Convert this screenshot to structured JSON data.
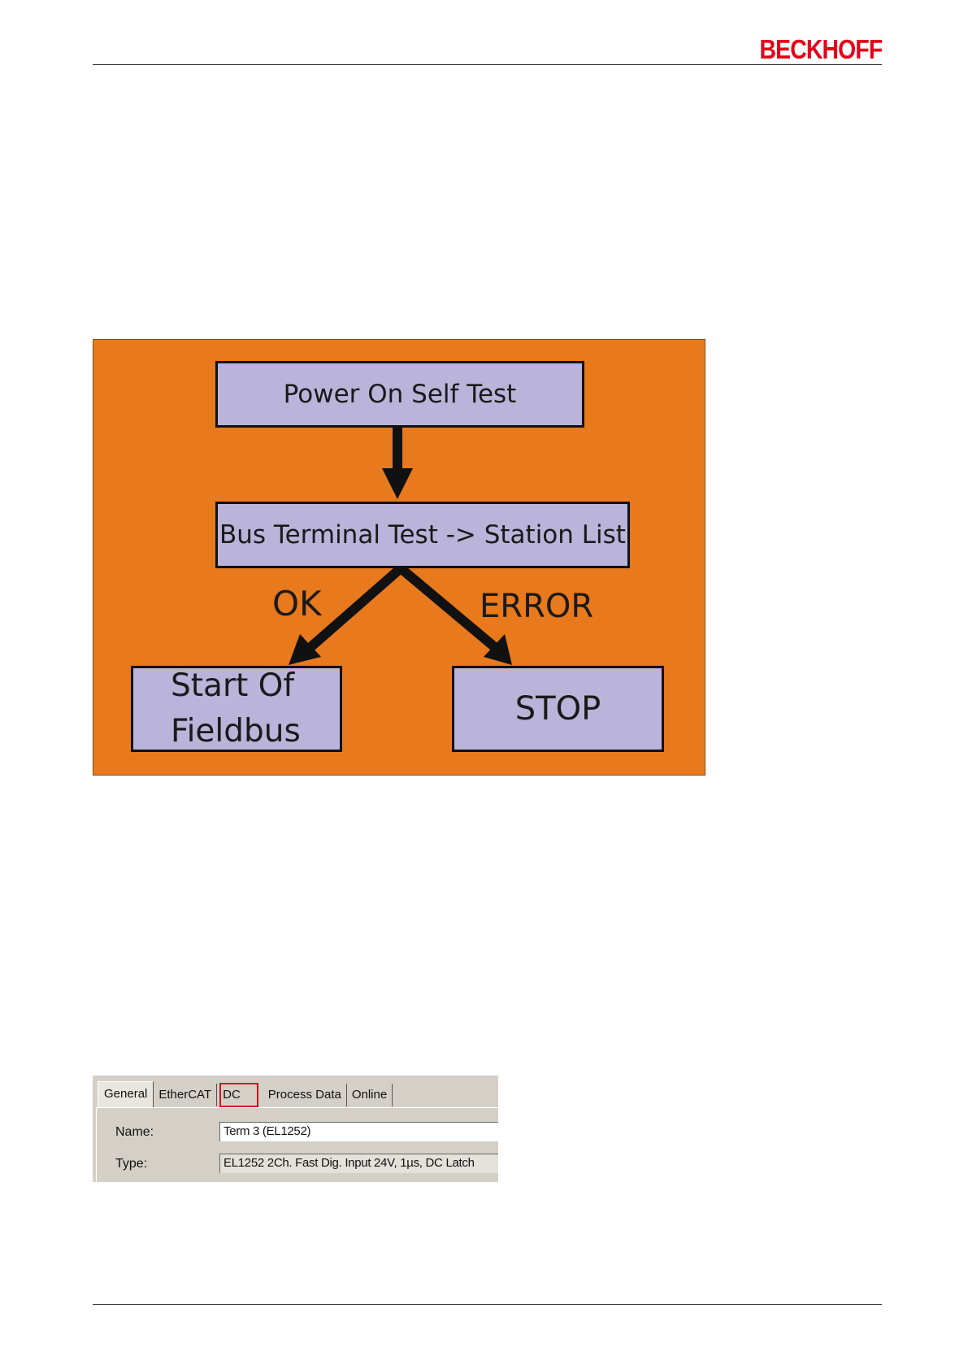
{
  "header": {
    "logo_text": "BECKHOFF",
    "logo_color": "#e3001b"
  },
  "flowchart": {
    "background_color": "#e8791d",
    "box_color": "#bab4db",
    "box_power_on": "Power On Self Test",
    "box_bus_test": "Bus Terminal Test -> Station List",
    "label_ok": "OK",
    "label_error": "ERROR",
    "box_start_line1": "Start Of",
    "box_start_line2": "Fieldbus",
    "box_stop": "STOP"
  },
  "dialog": {
    "tabs": [
      "General",
      "EtherCAT",
      "DC",
      "Process Data",
      "Online"
    ],
    "highlighted_tab": "DC",
    "name_label": "Name:",
    "name_value": "Term 3 (EL1252)",
    "type_label": "Type:",
    "type_value": "EL1252 2Ch. Fast Dig. Input 24V, 1µs, DC Latch"
  }
}
